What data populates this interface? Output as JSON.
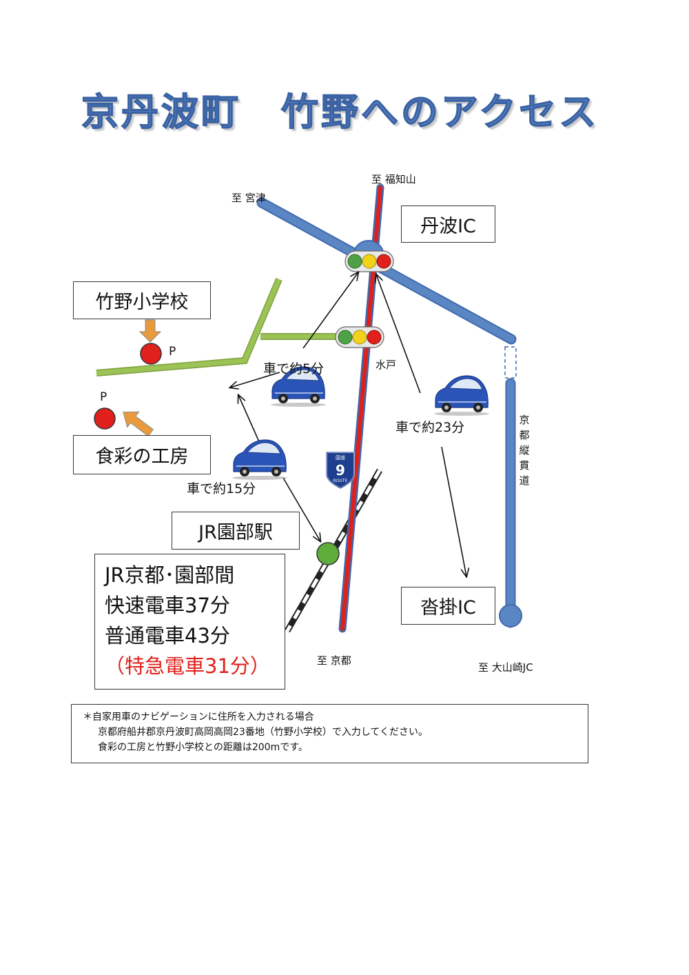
{
  "title": "京丹波町　竹野へのアクセス",
  "directions": {
    "fukuchiyama": "至 福知山",
    "miyazu": "至 宮津",
    "kyoto": "至 京都",
    "oyamazaki": "至 大山崎JC"
  },
  "places": {
    "tamba_ic": "丹波IC",
    "takeno_school": "竹野小学校",
    "shokusai_kobo": "食彩の工房",
    "jr_sonobe": "JR園部駅",
    "kutsukake_ic": "沓掛IC",
    "mito": "水戸",
    "parking": "P",
    "kyoto_jukan_road": "京都縦貫道"
  },
  "times": {
    "car_5": "車で約5分",
    "car_23": "車で約23分",
    "car_15": "車で約15分"
  },
  "route_shield": {
    "top": "国道",
    "number": "9",
    "bottom": "ROUTE"
  },
  "jr_info": {
    "line1": "JR京都･園部間",
    "line2": "快速電車37分",
    "line3": "普通電車43分",
    "line4": "（特急電車31分）"
  },
  "note": {
    "line1": "＊自家用車のナビゲーションに住所を入力される場合",
    "line2": "京都府船井郡京丹波町高岡高岡23番地（竹野小学校）で入力してください。",
    "line3": "食彩の工房と竹野小学校との距離は200mです。"
  },
  "colors": {
    "title": "#5b86c4",
    "expressway": "#5b86c4",
    "national_route": "#e0201b",
    "local_road": "#9bc355",
    "place_marker": "#e0201b",
    "station_marker": "#5fae3c",
    "arrow_orange": "#e89a3c",
    "car_body": "#2b54b8"
  },
  "icons": [
    "traffic-light-icon",
    "car-icon",
    "route-9-shield-icon",
    "railway-icon",
    "orange-arrow-icon"
  ]
}
